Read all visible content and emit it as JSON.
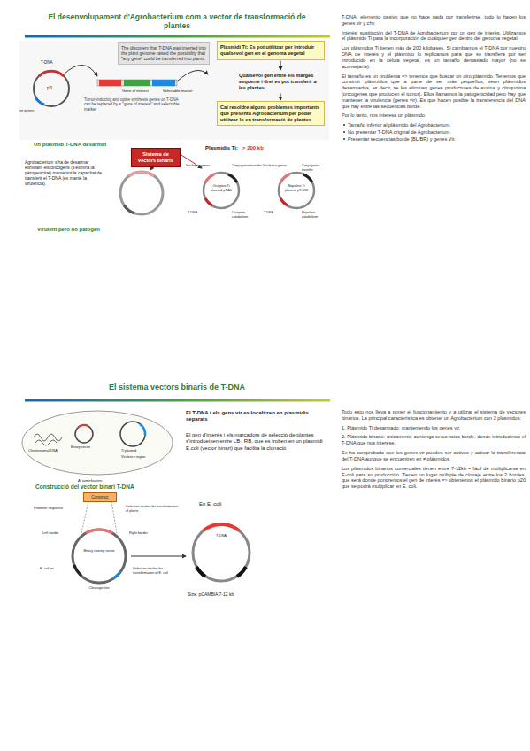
{
  "diagram": {
    "nodes": [
      {
        "text": [
          "The discovery that T-DNA was inserted into the plant genome raised the possibility that \"any gene\" could be transferred into plants"
        ]
      },
      {
        "text": [
          "Plasmidi Ti: Es pot utilitzar per introduir qualsevol gen en el genoma vegetal"
        ]
      },
      {
        "text": [
          "Qualsevol gen entre els marges esquerre i dret es pot transferir a les plantes"
        ]
      },
      {
        "text": [
          "Cal resoldre alguns problemes importants que presenta Agrobacterium per poder utilitzar-lo en transformació de plantes"
        ]
      },
      {
        "text": [
          "Sistema de vectors binaris"
        ]
      },
      {
        "text": [
          "Construct"
        ]
      }
    ],
    "edges": [
      {
        "from": 1,
        "to": 2,
        "arrow": "to"
      },
      {
        "from": 2,
        "to": 3,
        "arrow": "to"
      }
    ],
    "labels": [
      "El desenvolupament d'Agrobacterium com a vector de transformació de plantes",
      "T-DNA",
      "pTi",
      "vir genes",
      "Gene of interest",
      "Selectable marker",
      "Tumor-inducing and opine synthesis genes on T-DNA can be replaced by a \"gene of interest\" and selectable marker",
      "Un plasmidi T-DNA desarmat",
      "Plasmidis Ti:",
      "> 200 kb",
      "Agrobacterium s'ha de desarmar eliminant els oncogens (s'elimina la patogenicitat) mantenint la capacitat de transferir el T-DNA (es manté la virulència).",
      "Virulence genes",
      "Conjugative transfer",
      "Octopine Ti plasmid pTiA6",
      "T-DNA",
      "Octopine catabolism",
      "Virulence genes",
      "Conjugative transfer",
      "Nopaline Ti plasmid pTiC58",
      "T-DNA",
      "Nopaline catabolism",
      "Virulent però no patogen",
      "T-DNA: elemento pasivo que no hace nada por transferirse, todo lo hacen los genes vir y chv.",
      "Interés: sustitución del T-DNA de Agrobacterium por un gen de interés. Utilizamos el plásmido Ti para la incorporación de cualquier gen dentro del genoma vegetal.",
      "Los plásmidos Ti tienen más de 200 kilobases. Si cambiamos el T-DNA por nuestro DNA de interés y el plásmido lo replicamos para que se transfiera por ser introducido en la célula vegetal, es un tamaño demasiado mayor (no se aconsejaría).",
      "El tamaño es un problema => tenemos que buscar un otro plásmido. Tenemos que construir plásmidos que a parte de ser más pequeños, sean plásmidos desarmados, es decir, se les eliminan genes productores de auxina y citoquinina (oncogenes que producen el tumor). Ellos llamamos la patogenicidad pero hay que mantener la virulencia (genes vir). Es que hacen posible la transferencia del DNA que hay entre las secuencias borde.",
      "Por lo tanto, nos interesa un plásmido:",
      "Tamaño inferior al plásmido del Agrobacterium.",
      "No presentar T-DNA original de Agrobacterium.",
      "Presentar secuencias borde (BL/BR) y genes Vir.",
      "El sistema vectors binaris de T-DNA",
      "Chromosomal DNA",
      "Binary vector",
      "Ti plasmid",
      "Virulence region",
      "A. tumefaciens",
      "El T-DNA i els gens vir es localitzen en plasmidis separats",
      "El gen d'interès i els marcadors de selecció de plantes s'introdueixen entre LB i RB, que es troben en un plasmidi E.coli (vector binari) que facilita la clonació",
      "Construcció del vector binari T-DNA",
      "Promoter sequence",
      "Selection marker for transformation of plants",
      "Left border",
      "Right border",
      "Binary cloning vector",
      "E. coli ori",
      "Selection marker for transformation of E. coli",
      "Cleavage site",
      "En E. coli",
      "T-DNA",
      "Size: pCAMBIA 7-12 kb",
      "Todo esto nos lleva a poner el funcionamiento y a utilizar el sistema de vectores binarios. La principal característica es obtener un Agrobacterium con 2 plásmidos:",
      "1. Plásmido Ti desarmado: manteniendo los genes vir.",
      "2. Plásmido binario: únicamente contenga secuencias borde, donde introducimos el T-DNA que nos interese.",
      "Se ha comprobado que los genes vir pueden ser activos y activar la transferencia del T-DNA aunque se encuentren en ≠ plásmidos.",
      "Los plásmidos binarios comerciales tienen entre 7-12kb = fácil de multiplicarse en E-coli para su producción. Tienen un lugar múltiple de clonaje entre los 2 bordes, que será donde pondremos el gen de interés => obtenemos el plásmido binario p20 que se podrá multiplicar en E. coli."
    ]
  }
}
